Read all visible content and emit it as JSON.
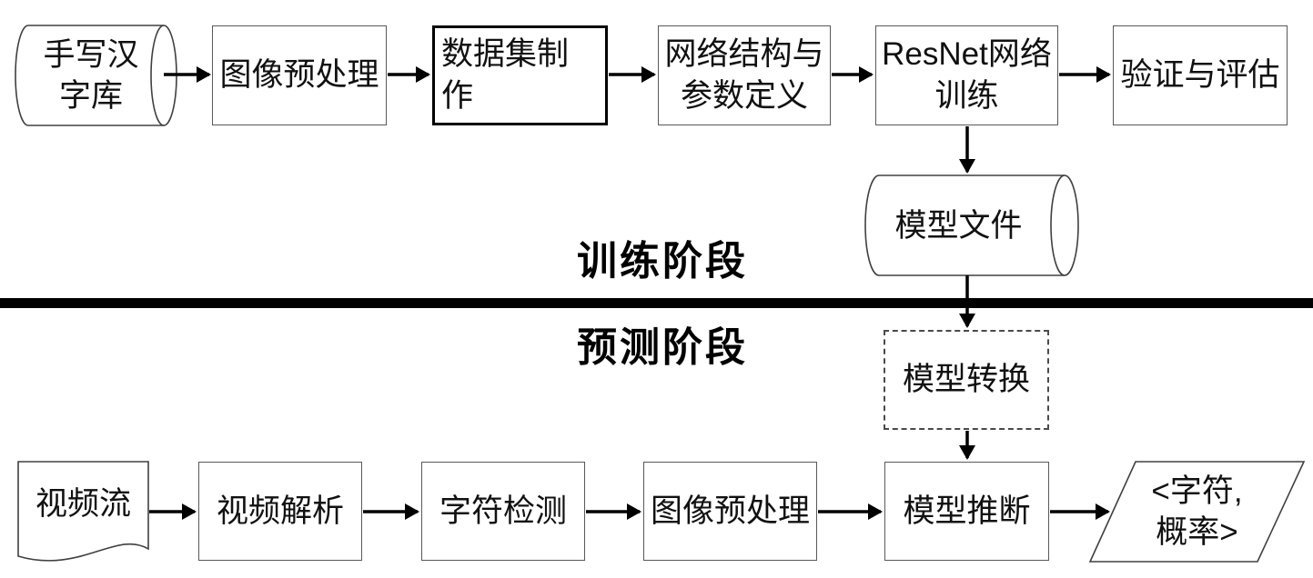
{
  "colors": {
    "background": "#ffffff",
    "text": "#111111",
    "thin_border": "#595959",
    "bold_border": "#000000",
    "shape_stroke": "#404040",
    "arrow": "#000000",
    "divider": "#000000"
  },
  "training_phase": {
    "label": "训练阶段",
    "source_db": {
      "line1": "手写汉",
      "line2": "字库"
    },
    "image_preprocess": "图像预处理",
    "dataset": {
      "line1": "数据集制",
      "line2": "作"
    },
    "network_define": {
      "line1": "网络结构与",
      "line2": "参数定义"
    },
    "resnet_train": {
      "line1": "ResNet网络",
      "line2": "训练"
    },
    "evaluate": "验证与评估",
    "model_file": "模型文件"
  },
  "prediction_phase": {
    "label": "预测阶段",
    "model_convert": "模型转换",
    "video_stream": "视频流",
    "video_parse": "视频解析",
    "char_detect": "字符检测",
    "image_preprocess": "图像预处理",
    "model_infer": "模型推断",
    "output": {
      "line1": "<字符,",
      "line2": "概率>"
    }
  }
}
